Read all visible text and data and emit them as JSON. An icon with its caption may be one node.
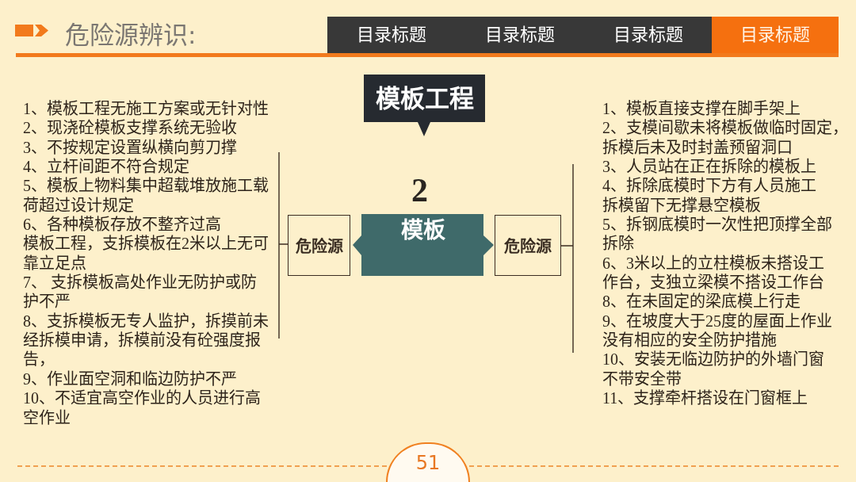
{
  "diagram": {
    "title": "危险源辨识:",
    "nodes": [
      {
        "text": [
          "目录标题"
        ]
      },
      {
        "text": [
          "目录标题"
        ]
      },
      {
        "text": [
          "目录标题"
        ]
      },
      {
        "text": [
          "目录标题"
        ]
      },
      {
        "text": [
          "模板工程"
        ]
      },
      {
        "text": [
          "1、模板工程无施工方案或无针对性",
          "2、现浇砼模板支撑系统无验收",
          "3、不按规定设置纵横向剪刀撑",
          "4、立杆间距不符合规定",
          "5、模板上物料集中超载堆放施工载荷超过设计规定",
          "6、各种模板存放不整齐过高",
          "模板工程，支拆模板在2米以上无可靠立足点",
          "7、 支拆模板高处作业无防护或防护不严",
          "8、支拆模板无专人监护，拆摸前未经拆模申请，拆模前没有砼强度报告，",
          "9、作业面空洞和临边防护不严",
          "10、不适宜高空作业的人员进行高空作业"
        ]
      },
      {
        "text": [
          "危险源"
        ]
      },
      {
        "text": [
          "模板"
        ]
      },
      {
        "text": [
          "危险源"
        ]
      },
      {
        "text": [
          "1、模板直接支撑在脚手架上",
          "2、支模间歇未将模板做临时固定，拆模后未及时封盖预留洞口",
          "3、人员站在正在拆除的模板上",
          "4、拆除底模时下方有人员施工",
          "拆模留下无撑悬空模板",
          "5、拆钢底模时一次性把顶撑全部拆除",
          "6、3米以上的立柱模板未搭设工作台，支独立梁模不搭设工作台",
          "8、在未固定的梁底模上行走",
          "9、在坡度大于25度的屋面上作业没有相应的安全防护措施",
          "10、安装无临边防护的外墙门窗不带安全带",
          "11、支撑牵杆搭设在门窗框上"
        ]
      },
      {
        "text": [
          "51"
        ]
      }
    ],
    "edges": [
      {
        "from": 6,
        "to": 5,
        "arrow": "none"
      },
      {
        "from": 8,
        "to": 9,
        "arrow": "none"
      }
    ],
    "labels": [
      "2"
    ]
  }
}
